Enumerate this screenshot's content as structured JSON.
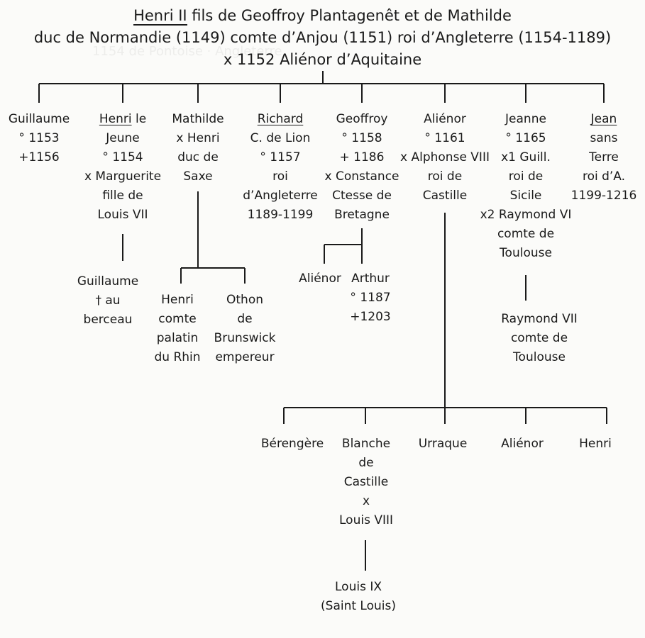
{
  "header": {
    "line1_name": "Henri II",
    "line1_rest": " fils de Geoffroy Plantagenêt et de Mathilde",
    "line2": "duc de Normandie (1149) comte d’Anjou (1151) roi d’Angleterre (1154-1189)",
    "line3": "x 1152  Aliénor d’Aquitaine"
  },
  "children": [
    {
      "lines": [
        "Guillaume",
        "° 1153",
        "+1156"
      ]
    },
    {
      "lines": [
        "Henri le",
        "Jeune",
        "° 1154",
        "x Marguerite",
        "fille de",
        "Louis VII"
      ],
      "underline": "Henri"
    },
    {
      "lines": [
        "Mathilde",
        "x Henri",
        "duc de",
        "Saxe"
      ]
    },
    {
      "lines": [
        "Richard",
        "C. de Lion",
        "° 1157",
        "roi",
        "d’Angleterre",
        "1189-1199"
      ],
      "underline": "Richard"
    },
    {
      "lines": [
        "Geoffroy",
        "° 1158",
        "+ 1186",
        "x Constance",
        "Ctesse de",
        "Bretagne"
      ]
    },
    {
      "lines": [
        "Aliénor",
        "° 1161",
        "x Alphonse VIII",
        "roi de",
        "Castille"
      ]
    },
    {
      "lines": [
        "Jeanne",
        "° 1165",
        "x1 Guill.",
        "roi de",
        "Sicile",
        "x2 Raymond VI",
        "comte de",
        "Toulouse"
      ]
    },
    {
      "lines": [
        "Jean",
        "sans",
        "Terre",
        "roi d’A.",
        "1199-1216"
      ],
      "underline": "Jean"
    }
  ],
  "grandchildren": {
    "henri_jeune": {
      "lines": [
        "Guillaume",
        "† au",
        "berceau"
      ]
    },
    "mathilde": [
      {
        "lines": [
          "Henri",
          "comte",
          "palatin",
          "du Rhin"
        ]
      },
      {
        "lines": [
          "Othon",
          "de",
          "Brunswick",
          "empereur"
        ]
      }
    ],
    "geoffroy": [
      {
        "lines": [
          "Aliénor"
        ]
      },
      {
        "lines": [
          "Arthur",
          "° 1187",
          "+1203"
        ]
      }
    ],
    "jeanne": {
      "lines": [
        "Raymond VII",
        "comte de",
        "Toulouse"
      ]
    },
    "alienor": [
      {
        "lines": [
          "Bérengère"
        ]
      },
      {
        "lines": [
          "Blanche",
          "de",
          "Castille",
          "x",
          "Louis VIII"
        ]
      },
      {
        "lines": [
          "Urraque"
        ]
      },
      {
        "lines": [
          "Aliénor"
        ]
      },
      {
        "lines": [
          "Henri"
        ]
      }
    ]
  },
  "great_grandchild": {
    "lines": [
      "Louis IX",
      "(Saint Louis)"
    ]
  }
}
